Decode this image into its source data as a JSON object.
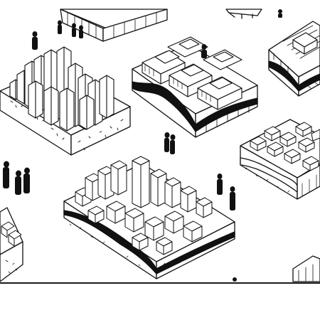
{
  "image": {
    "style": "black ink isometric line drawing",
    "palette": {
      "ink": "#111111",
      "paper": "#ffffff"
    },
    "blocks": [
      "dense-skyscraper-block",
      "four-courtyard-block",
      "layered-city-block",
      "low-rise-block",
      "terraced-block"
    ],
    "figure_groups": 6
  }
}
